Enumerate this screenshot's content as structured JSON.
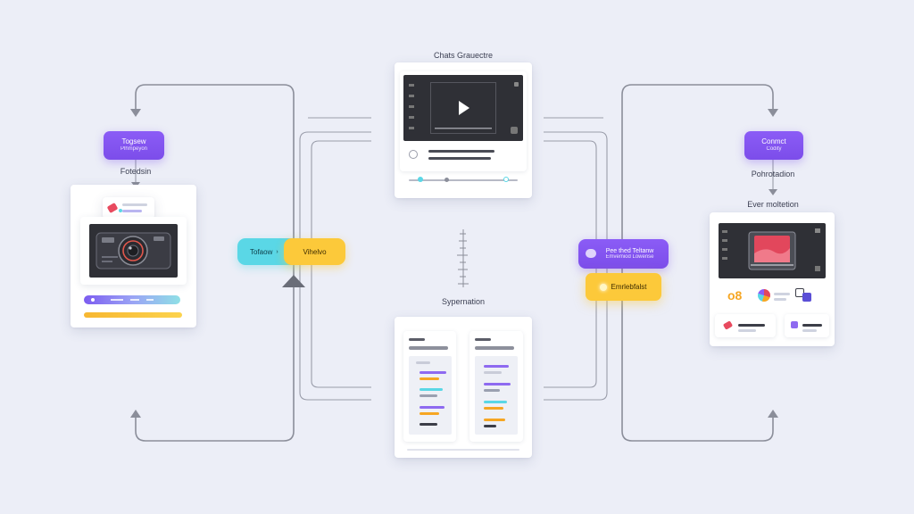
{
  "left": {
    "pill_title": "Togsew",
    "pill_subtitle": "Plhmpeyon",
    "caption": "Fotedsin"
  },
  "center_top": {
    "caption": "Chats Grauectre"
  },
  "center_bottom": {
    "caption": "Sypernation"
  },
  "chips_left": {
    "cyan_label": "Tofaow",
    "yellow_label": "Vihelvo"
  },
  "chips_right": {
    "purple_label": "Pee thed Teltanw",
    "purple_sublabel": "Emvemiod Lowense",
    "yellow_label": "Emrlebfalst"
  },
  "right": {
    "pill_title": "Conmct",
    "pill_subtitle": "Codity",
    "caption": "Pohrotadion",
    "caption2": "Ever moltetion",
    "stat": "o8"
  },
  "colors": {
    "background": "#eceef7",
    "purple": "#7c4dea",
    "cyan": "#5ad7e6",
    "yellow": "#fcc93a",
    "orange": "#f6a623",
    "connector": "#8b8e9a"
  },
  "icons": [
    "play-icon",
    "camera-icon",
    "chevron-icon",
    "checkbox-icon",
    "image-icon"
  ]
}
